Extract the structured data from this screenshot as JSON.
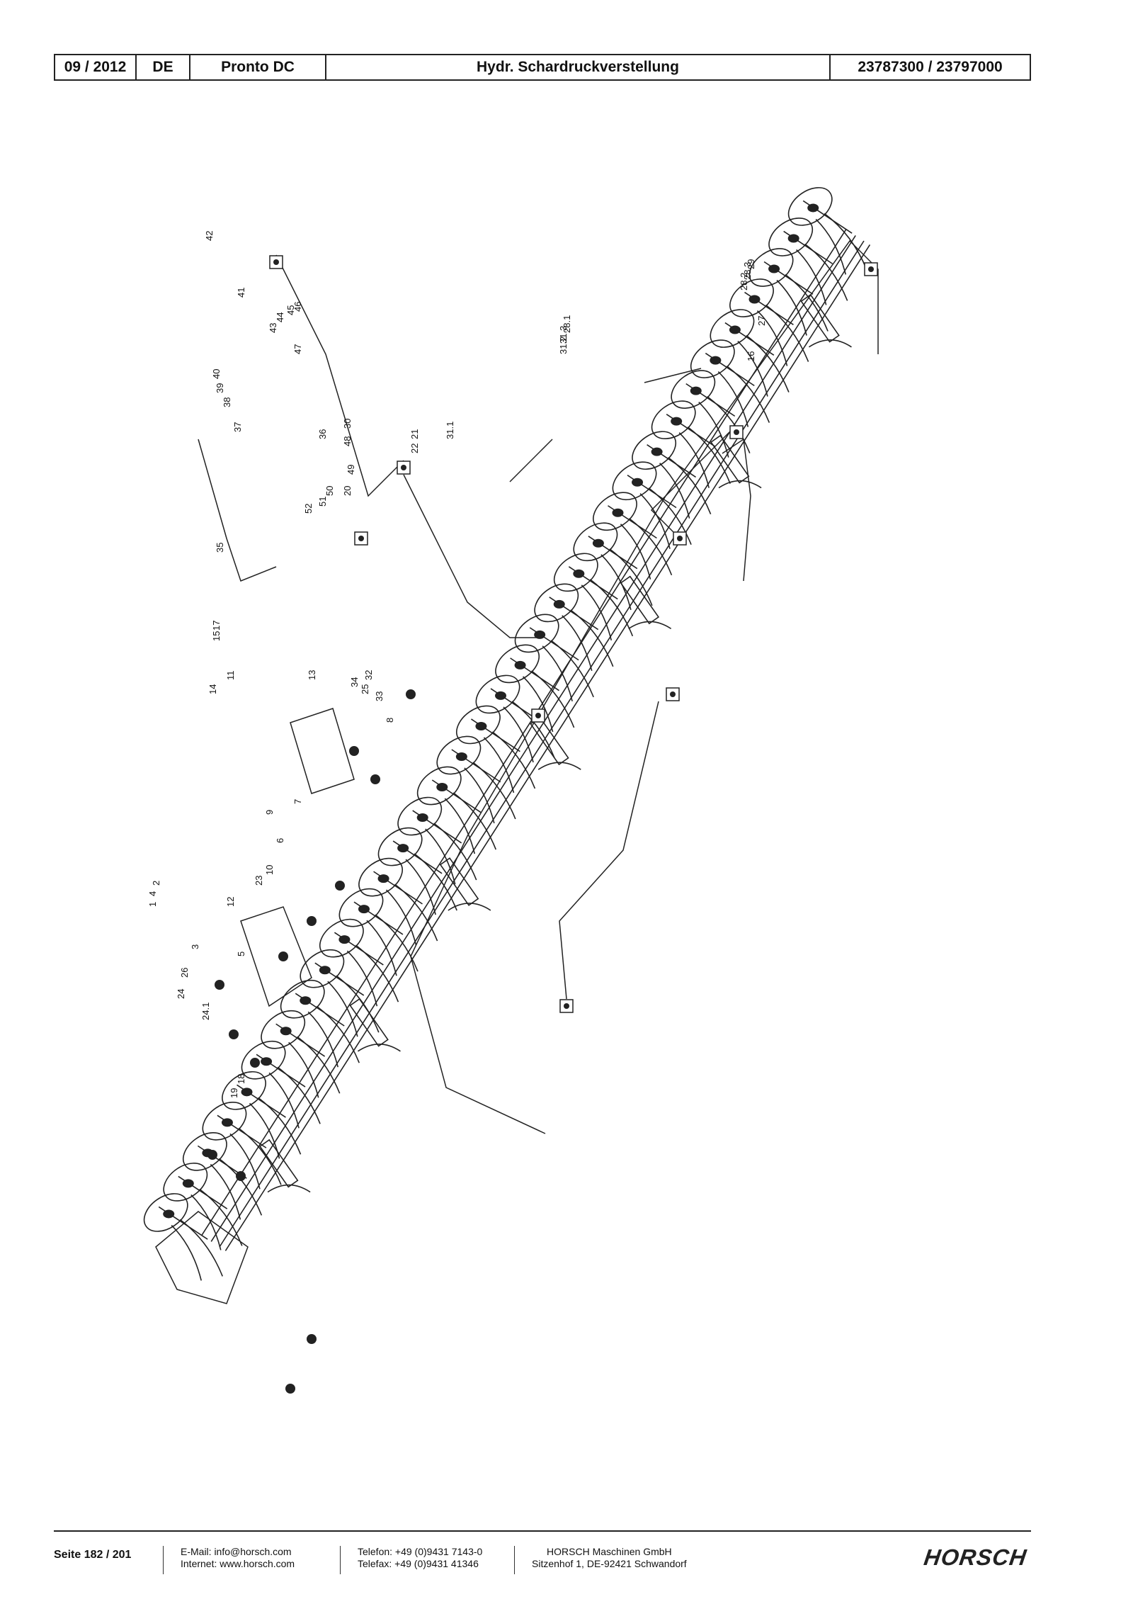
{
  "header": {
    "date": "09 / 2012",
    "language": "DE",
    "model": "Pronto DC",
    "title": "Hydr. Schardruckverstellung",
    "part_numbers": "23787300 / 23797000"
  },
  "callouts": [
    "42",
    "41",
    "43",
    "44",
    "45",
    "46",
    "47",
    "40",
    "39",
    "38",
    "37",
    "36",
    "30",
    "48",
    "49",
    "50",
    "51",
    "52",
    "35",
    "20",
    "21",
    "22",
    "31.1",
    "31.2",
    "31.3",
    "28.1",
    "28.2",
    "28.3",
    "29",
    "27",
    "16",
    "17",
    "15",
    "14",
    "11",
    "13",
    "32",
    "34",
    "33",
    "25",
    "8",
    "7",
    "9",
    "6",
    "10",
    "12",
    "23",
    "2",
    "4",
    "1",
    "3",
    "5",
    "26",
    "24",
    "24.1",
    "18",
    "19"
  ],
  "footer": {
    "page": "Seite 182 / 201",
    "email": "E-Mail: info@horsch.com",
    "internet": "Internet: www.horsch.com",
    "phone": "Telefon: +49 (0)9431 7143-0",
    "fax": "Telefax: +49 (0)9431 41346",
    "company": "HORSCH Maschinen GmbH",
    "address": "Sitzenhof 1, DE-92421 Schwandorf",
    "logo_text": "HORSCH"
  }
}
